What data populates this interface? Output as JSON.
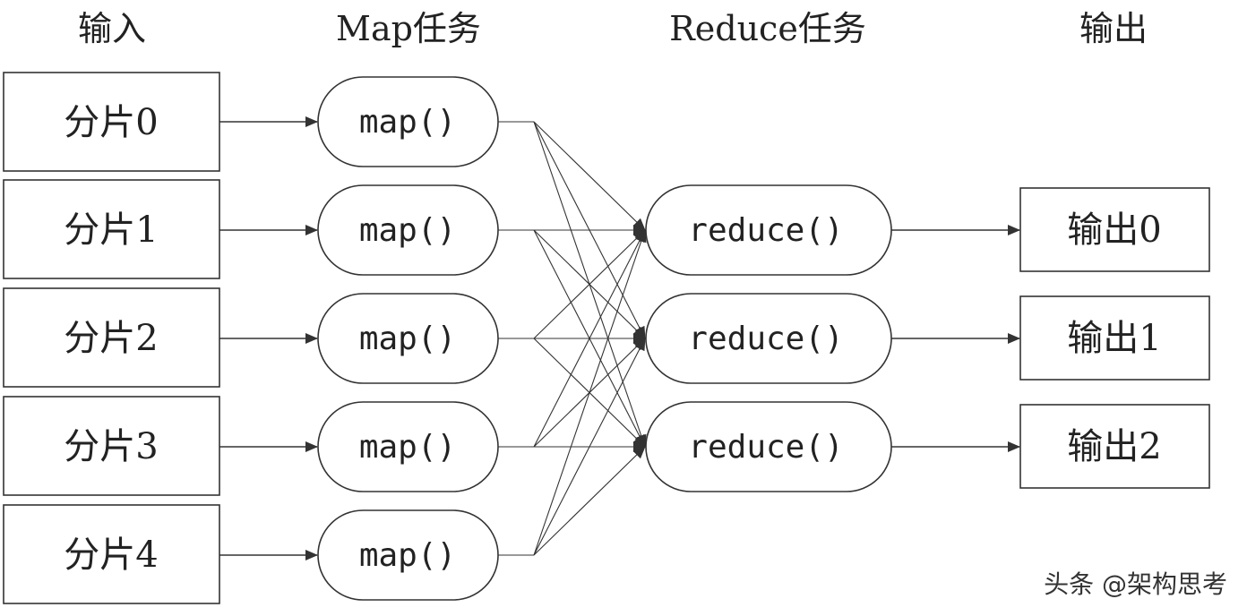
{
  "headers": {
    "input": "输入",
    "map": "Map任务",
    "reduce": "Reduce任务",
    "output": "输出"
  },
  "splits": [
    "分片0",
    "分片1",
    "分片2",
    "分片3",
    "分片4"
  ],
  "map_label": "map()",
  "reduce_label": "reduce()",
  "outputs": [
    "输出0",
    "输出1",
    "输出2"
  ],
  "watermark": "头条 @架构思考"
}
